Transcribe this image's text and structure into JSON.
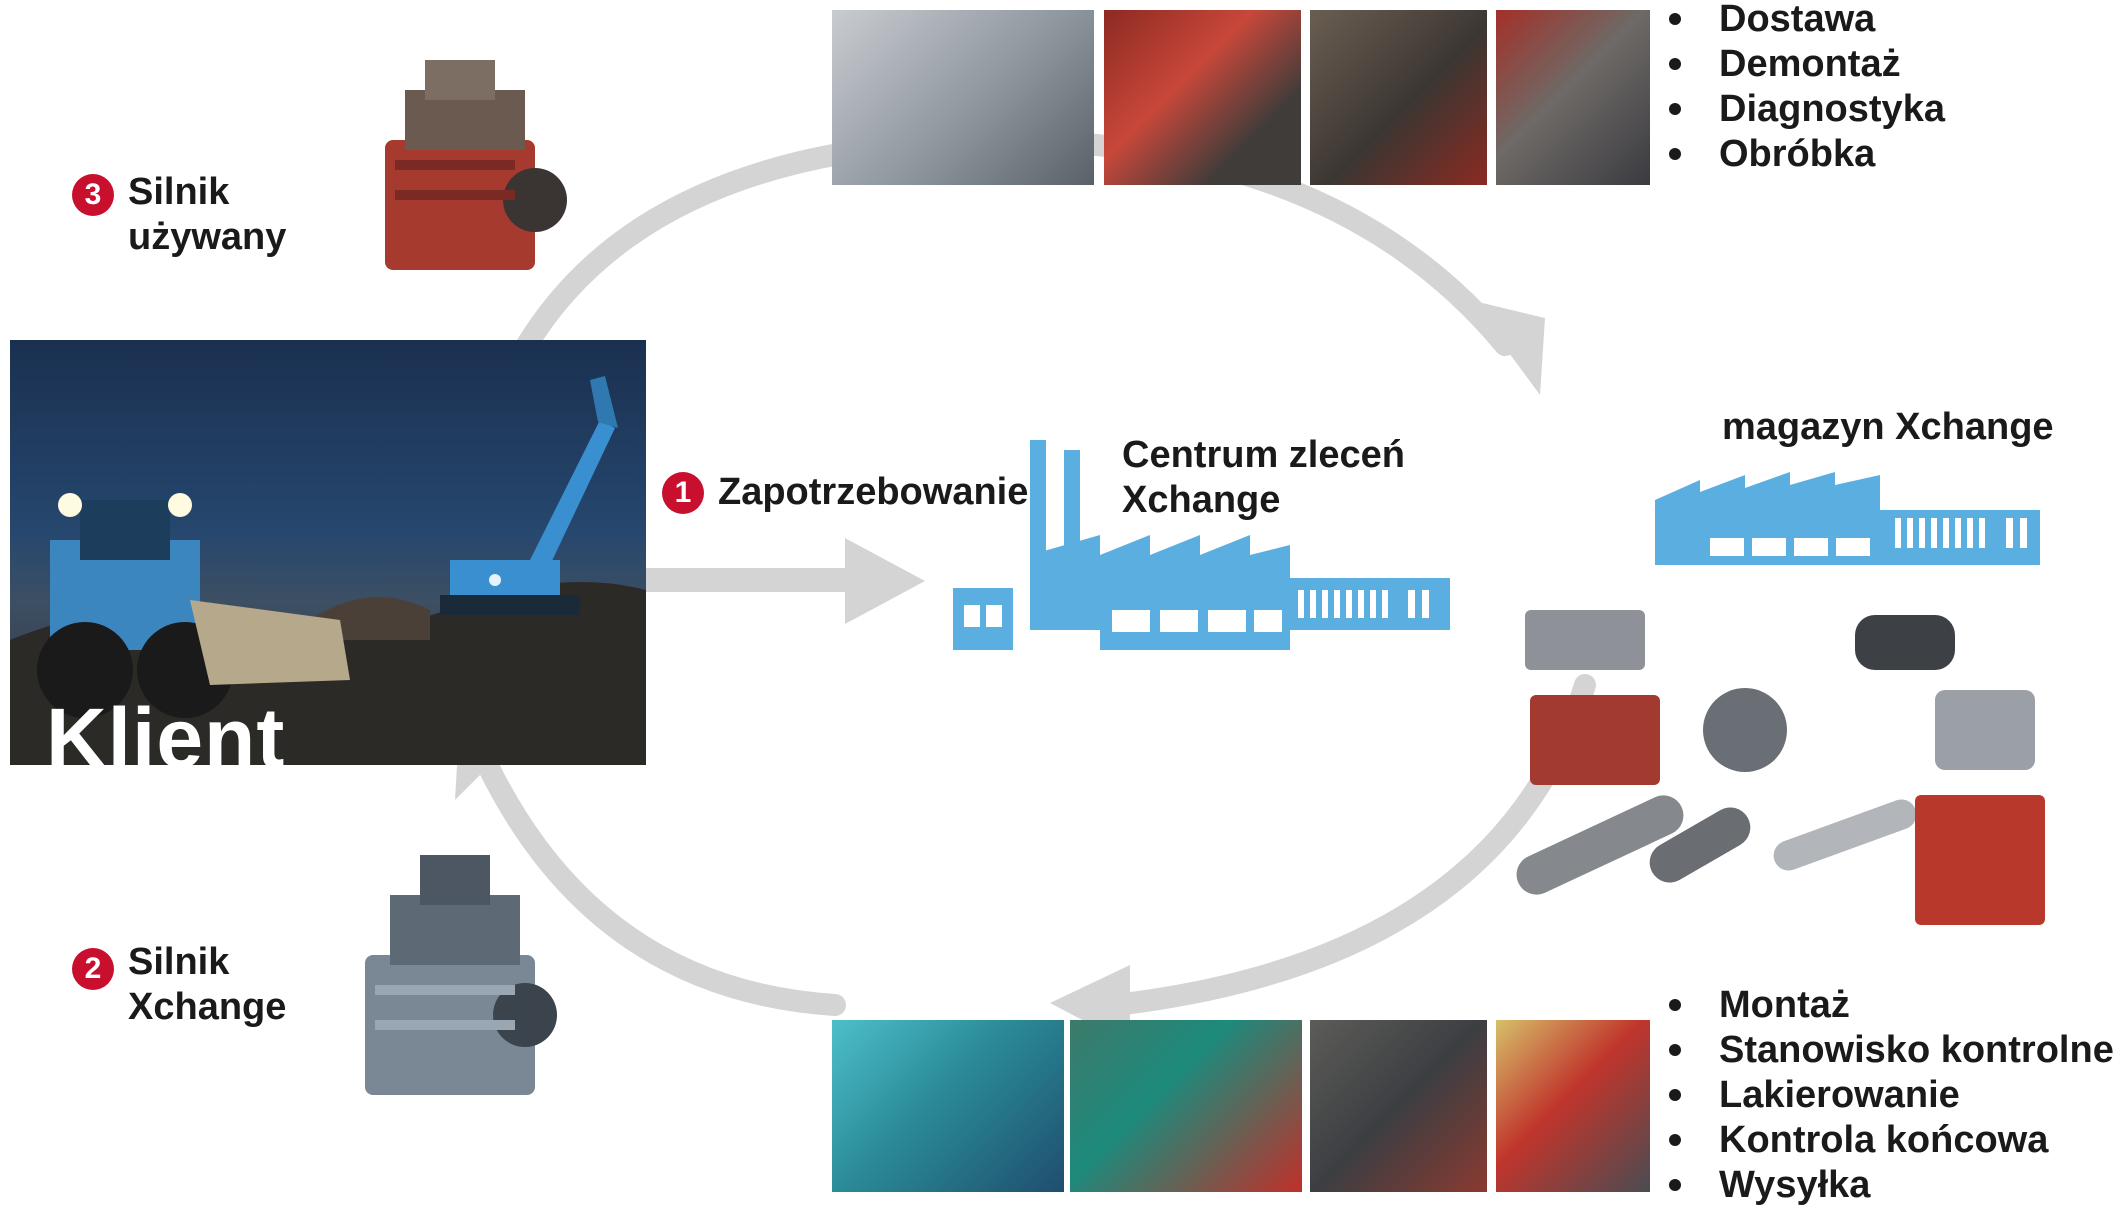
{
  "customer": {
    "title": "Klient"
  },
  "step1": {
    "number": "1",
    "label": "Zapotrzebowanie"
  },
  "step2": {
    "number": "2",
    "line1": "Silnik",
    "line2": "Xchange"
  },
  "step3": {
    "number": "3",
    "line1": "Silnik",
    "line2": "używany"
  },
  "order_center": {
    "line1": "Centrum zleceń",
    "line2": "Xchange"
  },
  "warehouse": {
    "label": "magazyn Xchange"
  },
  "top_process": [
    "Dostawa",
    "Demontaż",
    "Diagnostyka",
    "Obróbka"
  ],
  "bottom_process": [
    "Montaż",
    "Stanowisko kontrolne",
    "Lakierowanie",
    "Kontrola końcowa",
    "Wysyłka"
  ],
  "colors": {
    "factory_blue": "#5aaee0",
    "arrow_gray": "#d4d4d4",
    "badge_red": "#c8102e"
  }
}
